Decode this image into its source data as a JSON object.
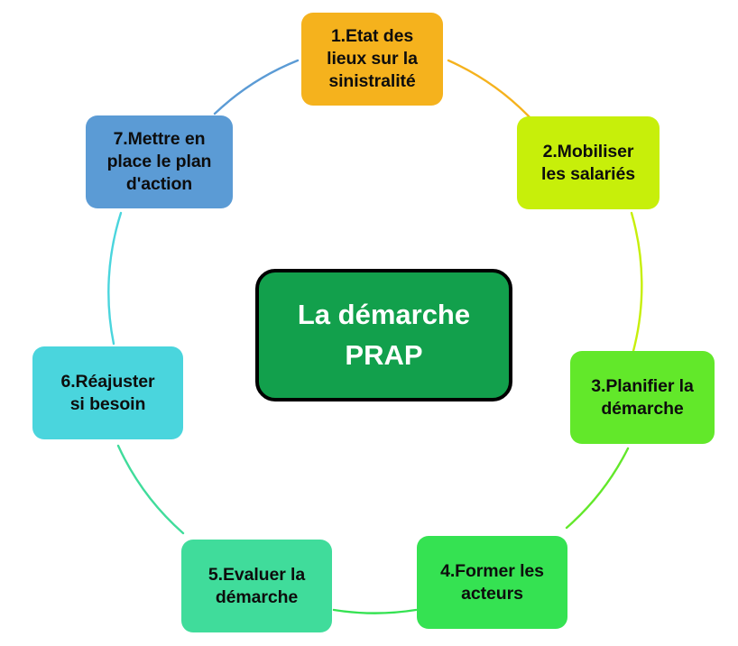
{
  "diagram": {
    "title": "La démarche PRAP",
    "type": "cycle",
    "background_color": "#ffffff",
    "center": {
      "label": "La démarche\nPRAP",
      "fill": "#12a04c",
      "border_color": "#000000",
      "text_color": "#ffffff"
    },
    "nodes": [
      {
        "id": "node-1",
        "number": "1",
        "label": "1.Etat des\nlieux sur la\nsinistralité",
        "fill": "#f5b21d",
        "text_color": "#0d0d0d"
      },
      {
        "id": "node-2",
        "number": "2",
        "label": "2.Mobiliser\nles salariés",
        "fill": "#c7ef0a",
        "text_color": "#0d0d0d"
      },
      {
        "id": "node-3",
        "number": "3",
        "label": "3.Planifier la\ndémarche",
        "fill": "#62e82a",
        "text_color": "#0d0d0d"
      },
      {
        "id": "node-4",
        "number": "4",
        "label": "4.Former les\nacteurs",
        "fill": "#35e252",
        "text_color": "#0d0d0d"
      },
      {
        "id": "node-5",
        "number": "5",
        "label": "5.Evaluer la\ndémarche",
        "fill": "#40dc9b",
        "text_color": "#0d0d0d"
      },
      {
        "id": "node-6",
        "number": "6",
        "label": "6.Réajuster\nsi besoin",
        "fill": "#4ad5dd",
        "text_color": "#0d0d0d"
      },
      {
        "id": "node-7",
        "number": "7",
        "label": "7.Mettre en\nplace le plan\nd'action",
        "fill": "#5b9bd5",
        "text_color": "#0d0d0d"
      }
    ],
    "connectors": [
      {
        "id": "arc-1-2",
        "from": "node-1",
        "to": "node-2",
        "color": "#f5b21d"
      },
      {
        "id": "arc-2-3",
        "from": "node-2",
        "to": "node-3",
        "color": "#c7ef0a"
      },
      {
        "id": "arc-3-4",
        "from": "node-3",
        "to": "node-4",
        "color": "#62e82a"
      },
      {
        "id": "arc-4-5",
        "from": "node-4",
        "to": "node-5",
        "color": "#35e252"
      },
      {
        "id": "arc-5-6",
        "from": "node-5",
        "to": "node-6",
        "color": "#40dc9b"
      },
      {
        "id": "arc-6-7",
        "from": "node-6",
        "to": "node-7",
        "color": "#4ad5dd"
      },
      {
        "id": "arc-7-1",
        "from": "node-7",
        "to": "node-1",
        "color": "#5b9bd5"
      }
    ]
  }
}
